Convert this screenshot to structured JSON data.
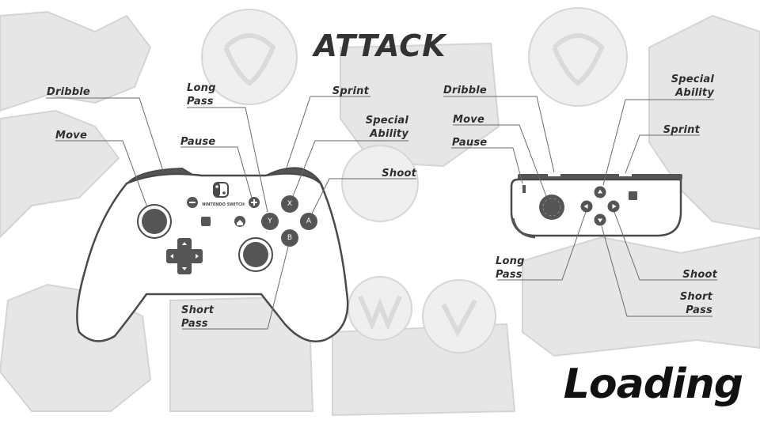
{
  "screen": {
    "title": "ATTACK",
    "status": "Loading",
    "colors": {
      "ink": "#333333",
      "background_art": "#e4e4e4",
      "controller_body": "#ffffff",
      "controller_outline": "#4a4a4a",
      "buttons": "#555555"
    }
  },
  "pro_controller": {
    "logo_text": "NINTENDO SWITCH",
    "button_letters": {
      "x": "X",
      "y": "Y",
      "a": "A",
      "b": "B"
    },
    "labels": {
      "dribble": "Dribble",
      "move": "Move",
      "long_pass": "Long\nPass",
      "pause": "Pause",
      "sprint": "Sprint",
      "special_ability": "Special\nAbility",
      "shoot": "Shoot",
      "short_pass": "Short\nPass"
    }
  },
  "joycon": {
    "labels": {
      "dribble": "Dribble",
      "move": "Move",
      "pause": "Pause",
      "special_ability": "Special\nAbility",
      "sprint": "Sprint",
      "long_pass": "Long\nPass",
      "shoot": "Shoot",
      "short_pass": "Short\nPass"
    }
  }
}
